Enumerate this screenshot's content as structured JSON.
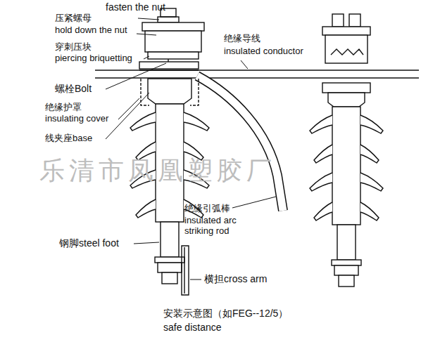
{
  "diagram": {
    "caption": "安装示意图（如FEG--12/5）",
    "labels": [
      "fasten the nut",
      "压紧螺母",
      "hold down the nut",
      "穿刺压块",
      "piercing briquetting",
      "螺栓Bolt",
      "绝缘护罩",
      "insulating cover",
      "线夹座base",
      "绝缘导线",
      "insulated conductor",
      "绝缘引弧棒",
      "insulated arc striking rod",
      "钢脚steel foot",
      "横担cross arm",
      "safe distance",
      "乐清市凤凰塑胶厂"
    ]
  }
}
